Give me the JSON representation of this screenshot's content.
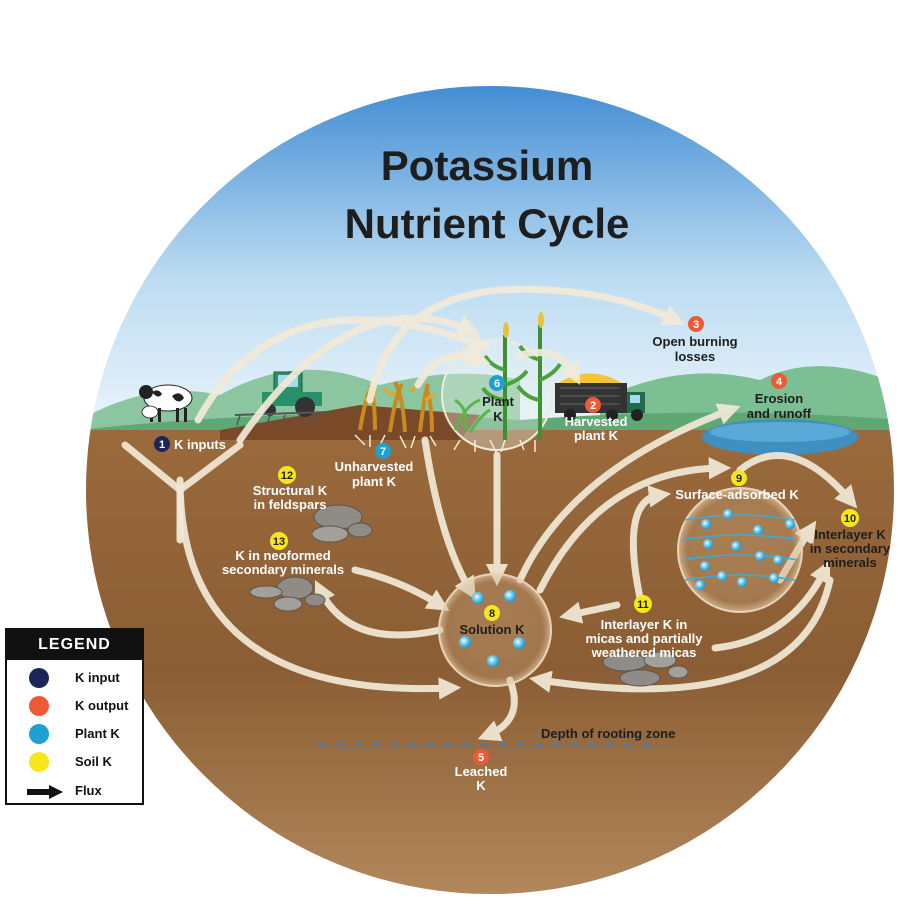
{
  "title_line1": "Potassium",
  "title_line2": "Nutrient Cycle",
  "labels": {
    "k_inputs": "K inputs",
    "harvested_1": "Harvested",
    "harvested_2": "plant K",
    "open_burning_1": "Open burning",
    "open_burning_2": "losses",
    "erosion_1": "Erosion",
    "erosion_2": "and runoff",
    "leached_1": "Leached",
    "leached_2": "K",
    "plant_1": "Plant",
    "plant_2": "K",
    "unharvested_1": "Unharvested",
    "unharvested_2": "plant K",
    "solution": "Solution K",
    "surface": "Surface-adsorbed K",
    "interlayer_sec_1": "Interlayer K",
    "interlayer_sec_2": "in secondary",
    "interlayer_sec_3": "minerals",
    "interlayer_mica_1": "Interlayer K in",
    "interlayer_mica_2": "micas and partially",
    "interlayer_mica_3": "weathered micas",
    "structural_1": "Structural K",
    "structural_2": "in feldspars",
    "neoformed_1": "K in neoformed",
    "neoformed_2": "secondary minerals",
    "rooting_depth": "Depth of rooting zone"
  },
  "numbers": {
    "n1": "1",
    "n2": "2",
    "n3": "3",
    "n4": "4",
    "n5": "5",
    "n6": "6",
    "n7": "7",
    "n8": "8",
    "n9": "9",
    "n10": "10",
    "n11": "11",
    "n12": "12",
    "n13": "13"
  },
  "legend": {
    "header": "LEGEND",
    "items": [
      {
        "label": "K input",
        "color": "#1c2557"
      },
      {
        "label": "K output",
        "color": "#ef5a36"
      },
      {
        "label": "Plant K",
        "color": "#1ea0d2"
      },
      {
        "label": "Soil K",
        "color": "#f6e71c"
      }
    ],
    "flux_label": "Flux"
  },
  "colors": {
    "k_input": "#1c2557",
    "k_output": "#ef5a36",
    "plant_k": "#1ea0d2",
    "soil_k": "#f6e71c",
    "sky_top": "#4a93d6",
    "sky_bottom": "#dfeef8",
    "soil": "#8a5c33",
    "arrow": "#f2ead8"
  }
}
